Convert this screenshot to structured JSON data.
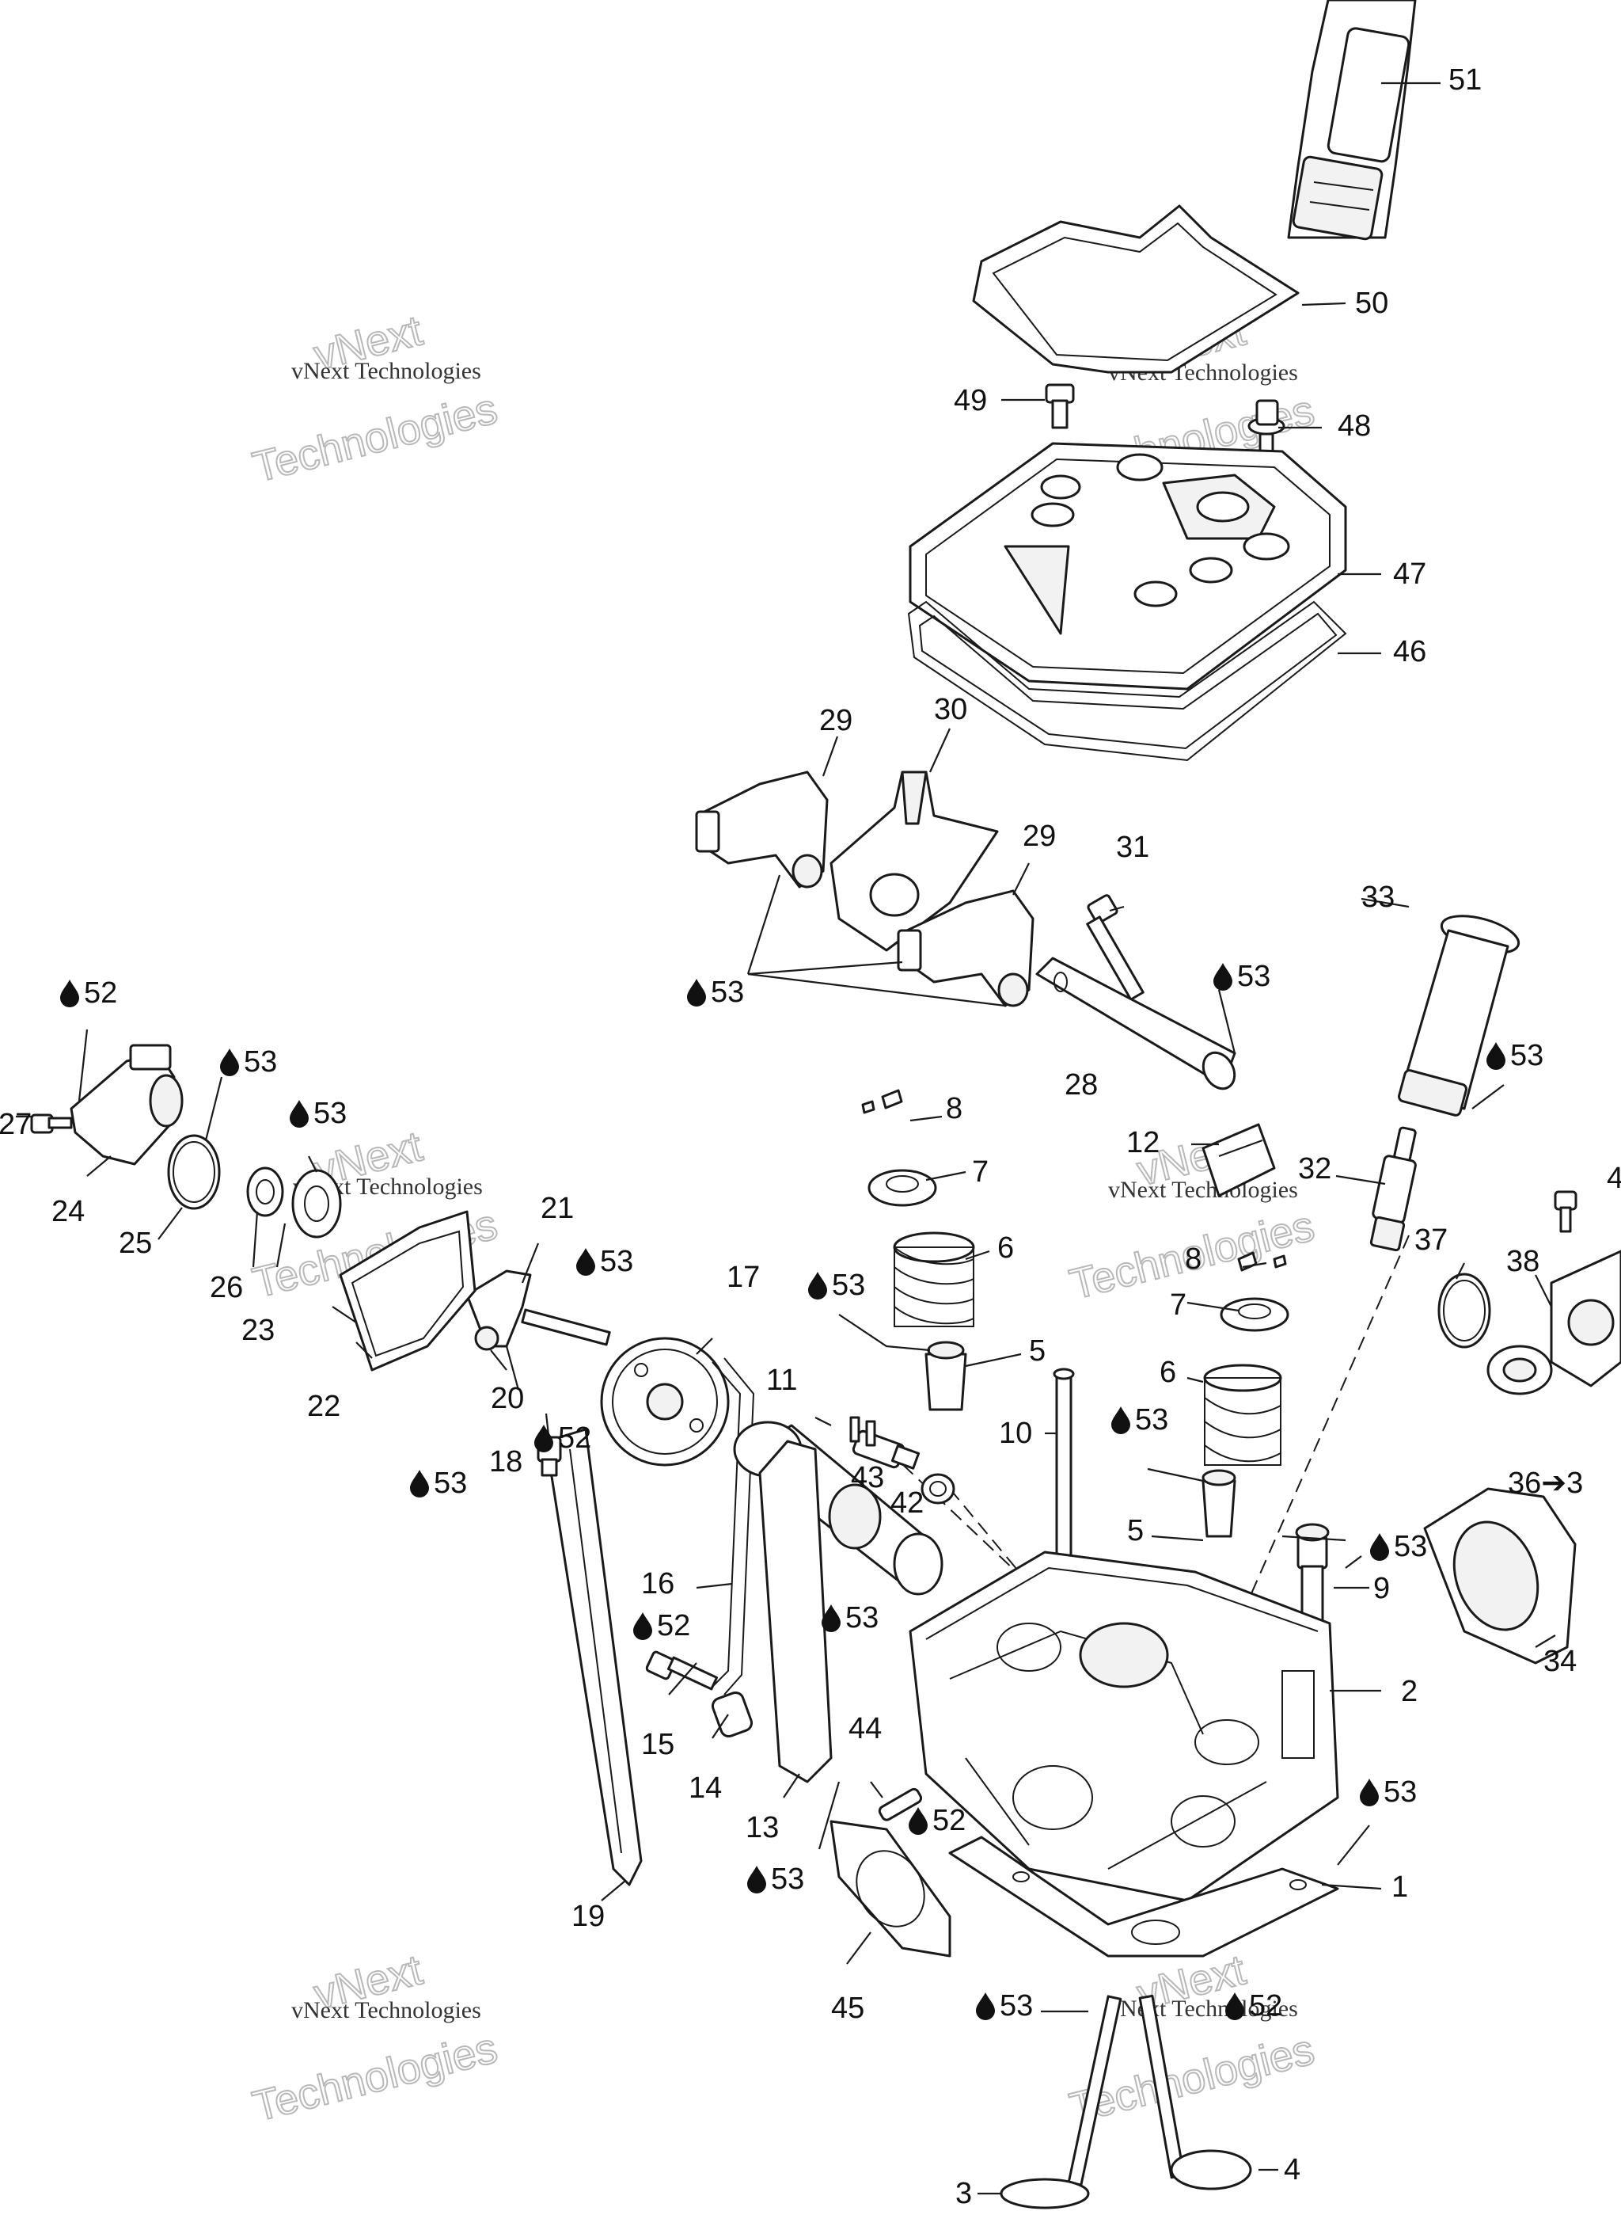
{
  "watermark": {
    "line1": "vNext",
    "line2": "vNext Technologies",
    "line3": "Technologies"
  },
  "callouts": {
    "c51": "51",
    "c50": "50",
    "c49": "49",
    "c48": "48",
    "c47": "47",
    "c46": "46",
    "c29a": "29",
    "c30": "30",
    "c29b": "29",
    "c31": "31",
    "c33": "33",
    "c53a": "53",
    "c53b": "53",
    "c52a": "52",
    "c53c": "53",
    "c53d": "53",
    "c27": "27",
    "c24": "24",
    "c25": "25",
    "c26": "26",
    "c23": "23",
    "c28": "28",
    "c8a": "8",
    "c7a": "7",
    "c6a": "6",
    "c12": "12",
    "c32": "32",
    "c53e": "53",
    "c4cut": "4",
    "c21": "21",
    "c22": "22",
    "c53f": "53",
    "c20": "20",
    "c18": "18",
    "c52b": "52",
    "c53g": "53",
    "c17": "17",
    "c53h": "53",
    "c5a": "5",
    "c11": "11",
    "c8b": "8",
    "c7b": "7",
    "c37": "37",
    "c38": "38",
    "c6b": "6",
    "c43": "43",
    "c42": "42",
    "c10": "10",
    "c53i": "53",
    "c5b": "5",
    "c36": "36➔3",
    "c16": "16",
    "c53j": "53",
    "c9": "9",
    "c34": "34",
    "c53k": "53",
    "c52c": "52",
    "c15": "15",
    "c14": "14",
    "c2": "2",
    "c44": "44",
    "c13": "13",
    "c52d": "52",
    "c19": "19",
    "c53l": "53",
    "c53m": "53",
    "c1": "1",
    "c45": "45",
    "c53n": "53",
    "c52e": "52",
    "c3": "3",
    "c4": "4"
  }
}
